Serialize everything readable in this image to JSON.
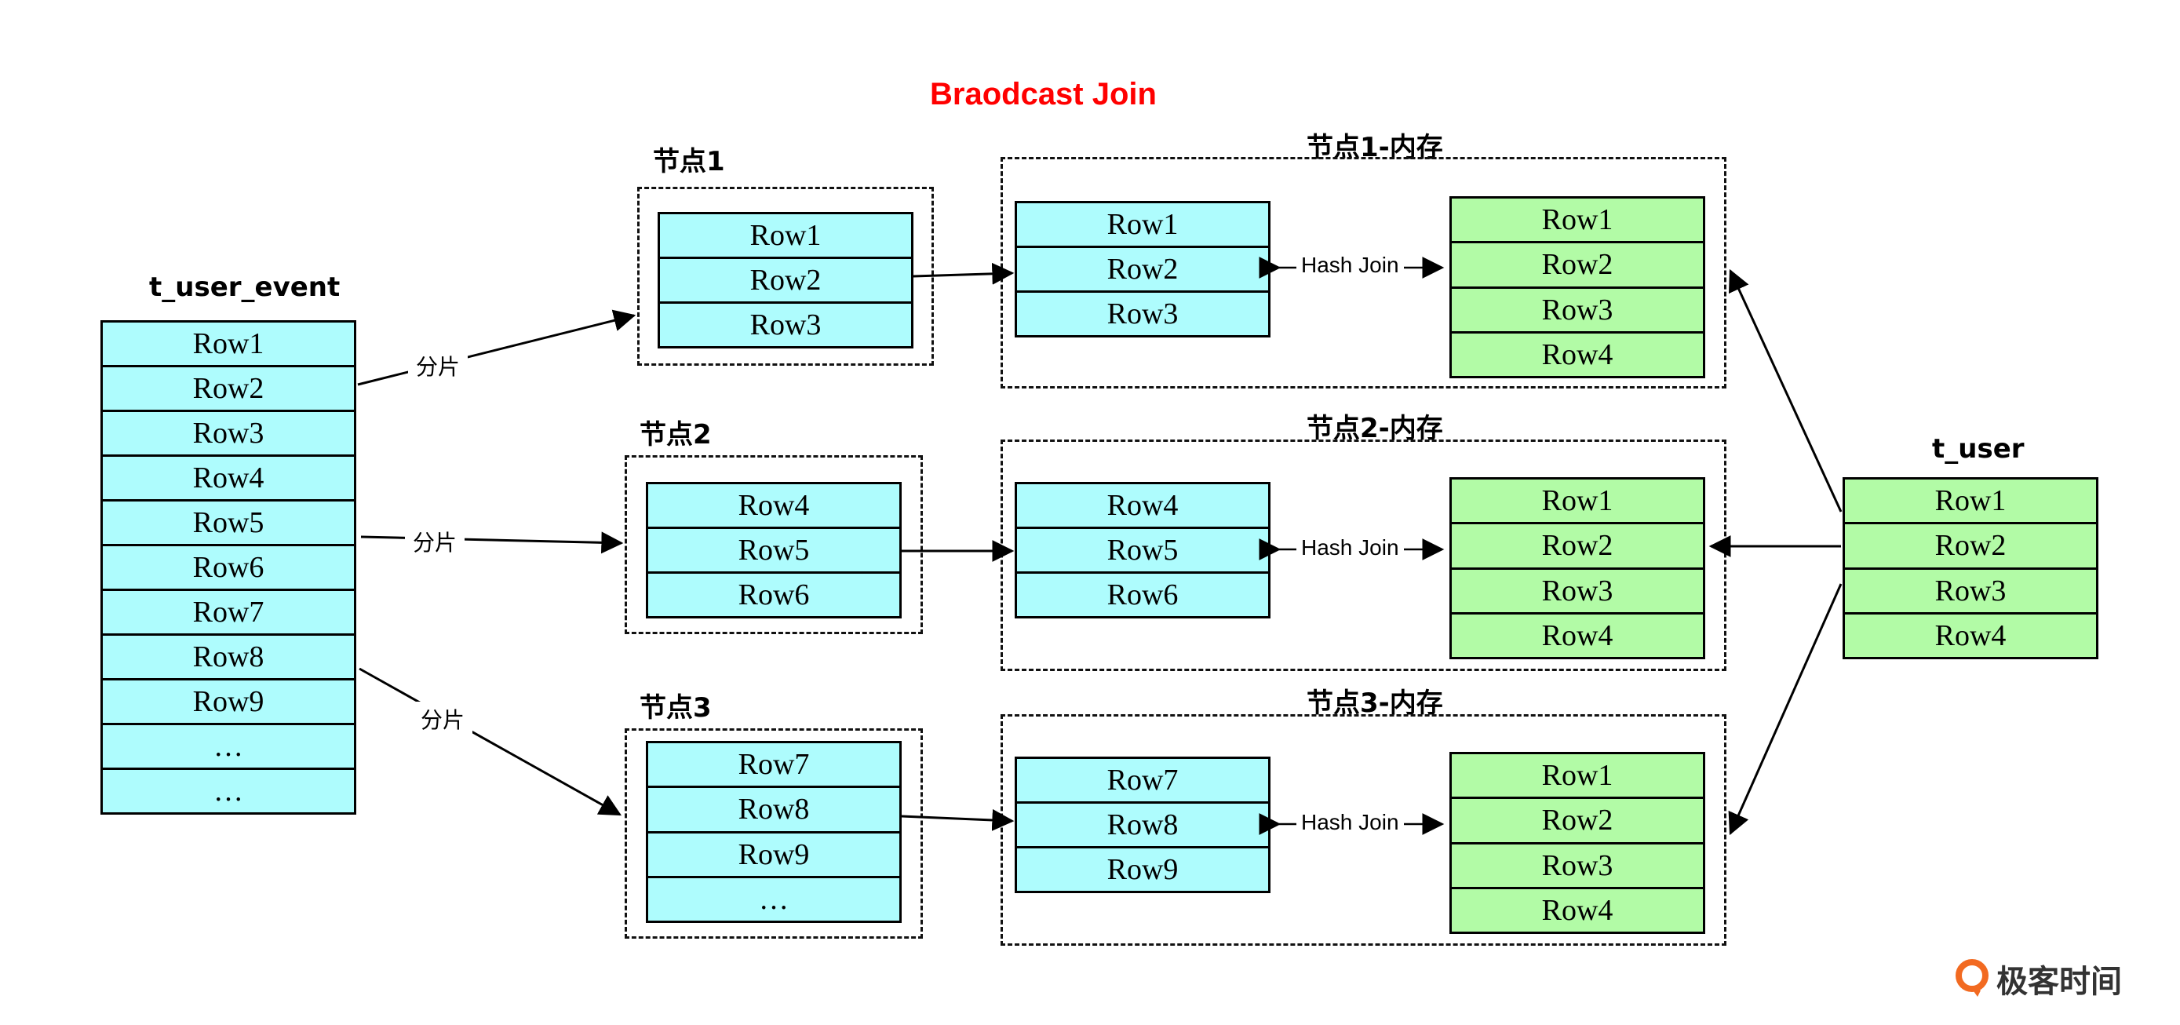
{
  "title": "Braodcast Join",
  "source_table": {
    "name": "t_user_event",
    "rows": [
      "Row1",
      "Row2",
      "Row3",
      "Row4",
      "Row5",
      "Row6",
      "Row7",
      "Row8",
      "Row9",
      "…",
      "…"
    ]
  },
  "shard_label": "分片",
  "nodes": [
    {
      "name": "节点1",
      "rows": [
        "Row1",
        "Row2",
        "Row3"
      ]
    },
    {
      "name": "节点2",
      "rows": [
        "Row4",
        "Row5",
        "Row6"
      ]
    },
    {
      "name": "节点3",
      "rows": [
        "Row7",
        "Row8",
        "Row9",
        "…"
      ]
    }
  ],
  "memories": [
    {
      "name": "节点1-内存",
      "left_rows": [
        "Row1",
        "Row2",
        "Row3"
      ],
      "right_rows": [
        "Row1",
        "Row2",
        "Row3",
        "Row4"
      ]
    },
    {
      "name": "节点2-内存",
      "left_rows": [
        "Row4",
        "Row5",
        "Row6"
      ],
      "right_rows": [
        "Row1",
        "Row2",
        "Row3",
        "Row4"
      ]
    },
    {
      "name": "节点3-内存",
      "left_rows": [
        "Row7",
        "Row8",
        "Row9"
      ],
      "right_rows": [
        "Row1",
        "Row2",
        "Row3",
        "Row4"
      ]
    }
  ],
  "join_label": "Hash Join",
  "broadcast_table": {
    "name": "t_user",
    "rows": [
      "Row1",
      "Row2",
      "Row3",
      "Row4"
    ]
  },
  "logo": "极客时间",
  "colors": {
    "title": "#ff0000",
    "cyan": "#aefcfd",
    "green": "#b2fba6"
  }
}
